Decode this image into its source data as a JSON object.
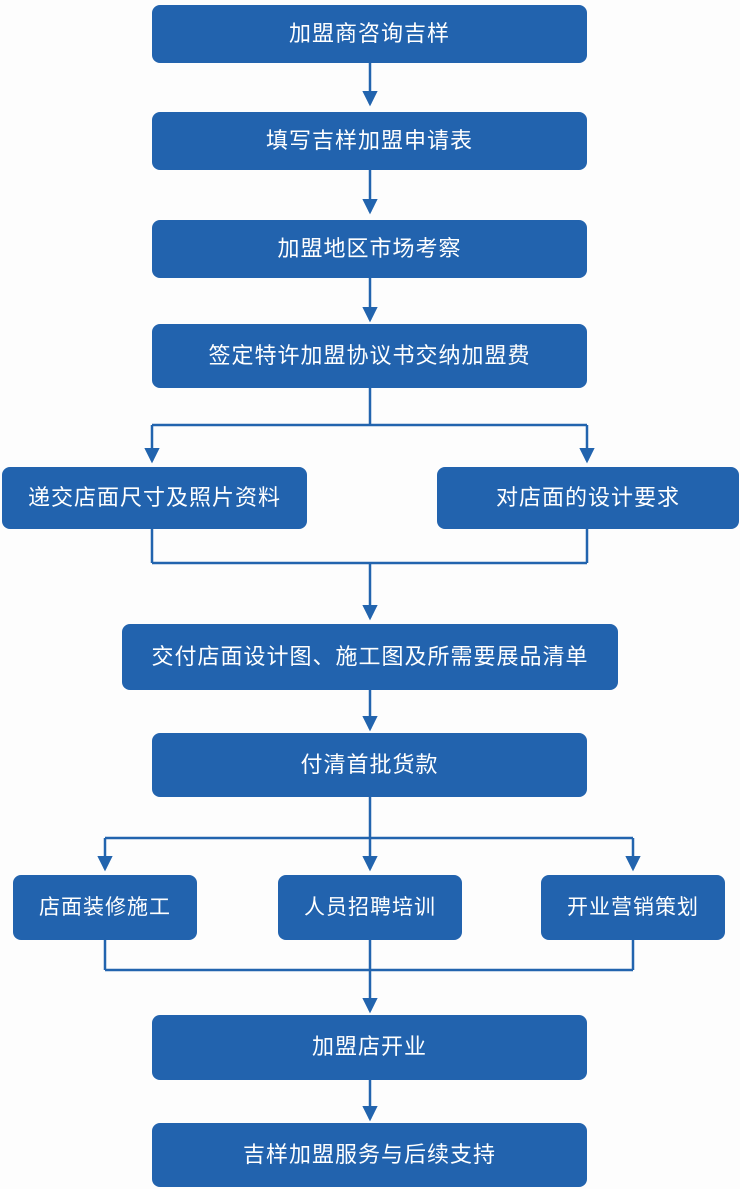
{
  "page": {
    "background_color": "#fdfdfd"
  },
  "flowchart": {
    "box_color": "#2263ae",
    "line_color": "#2264ae",
    "text_color": "#ffffff",
    "nodes": [
      {
        "id": "consult",
        "label": "加盟商咨询吉样"
      },
      {
        "id": "application-form",
        "label": "填写吉样加盟申请表"
      },
      {
        "id": "market-inspection",
        "label": "加盟地区市场考察"
      },
      {
        "id": "sign-agreement",
        "label": "签定特许加盟协议书交纳加盟费"
      },
      {
        "id": "submit-store-info",
        "label": "递交店面尺寸及照片资料"
      },
      {
        "id": "design-requirements",
        "label": "对店面的设计要求"
      },
      {
        "id": "deliver-drawings",
        "label": "交付店面设计图、施工图及所需要展品清单"
      },
      {
        "id": "first-payment",
        "label": "付清首批货款"
      },
      {
        "id": "renovation",
        "label": "店面装修施工"
      },
      {
        "id": "recruitment-training",
        "label": "人员招聘培训"
      },
      {
        "id": "marketing-planning",
        "label": "开业营销策划"
      },
      {
        "id": "store-opening",
        "label": "加盟店开业"
      },
      {
        "id": "follow-up-support",
        "label": "吉样加盟服务与后续支持"
      }
    ],
    "edges": [
      {
        "from": "consult",
        "to": "application-form"
      },
      {
        "from": "application-form",
        "to": "market-inspection"
      },
      {
        "from": "market-inspection",
        "to": "sign-agreement"
      },
      {
        "from": "sign-agreement",
        "to": "submit-store-info"
      },
      {
        "from": "sign-agreement",
        "to": "design-requirements"
      },
      {
        "from": "submit-store-info",
        "to": "deliver-drawings"
      },
      {
        "from": "design-requirements",
        "to": "deliver-drawings"
      },
      {
        "from": "deliver-drawings",
        "to": "first-payment"
      },
      {
        "from": "first-payment",
        "to": "renovation"
      },
      {
        "from": "first-payment",
        "to": "recruitment-training"
      },
      {
        "from": "first-payment",
        "to": "marketing-planning"
      },
      {
        "from": "renovation",
        "to": "store-opening"
      },
      {
        "from": "recruitment-training",
        "to": "store-opening"
      },
      {
        "from": "marketing-planning",
        "to": "store-opening"
      },
      {
        "from": "store-opening",
        "to": "follow-up-support"
      }
    ]
  }
}
